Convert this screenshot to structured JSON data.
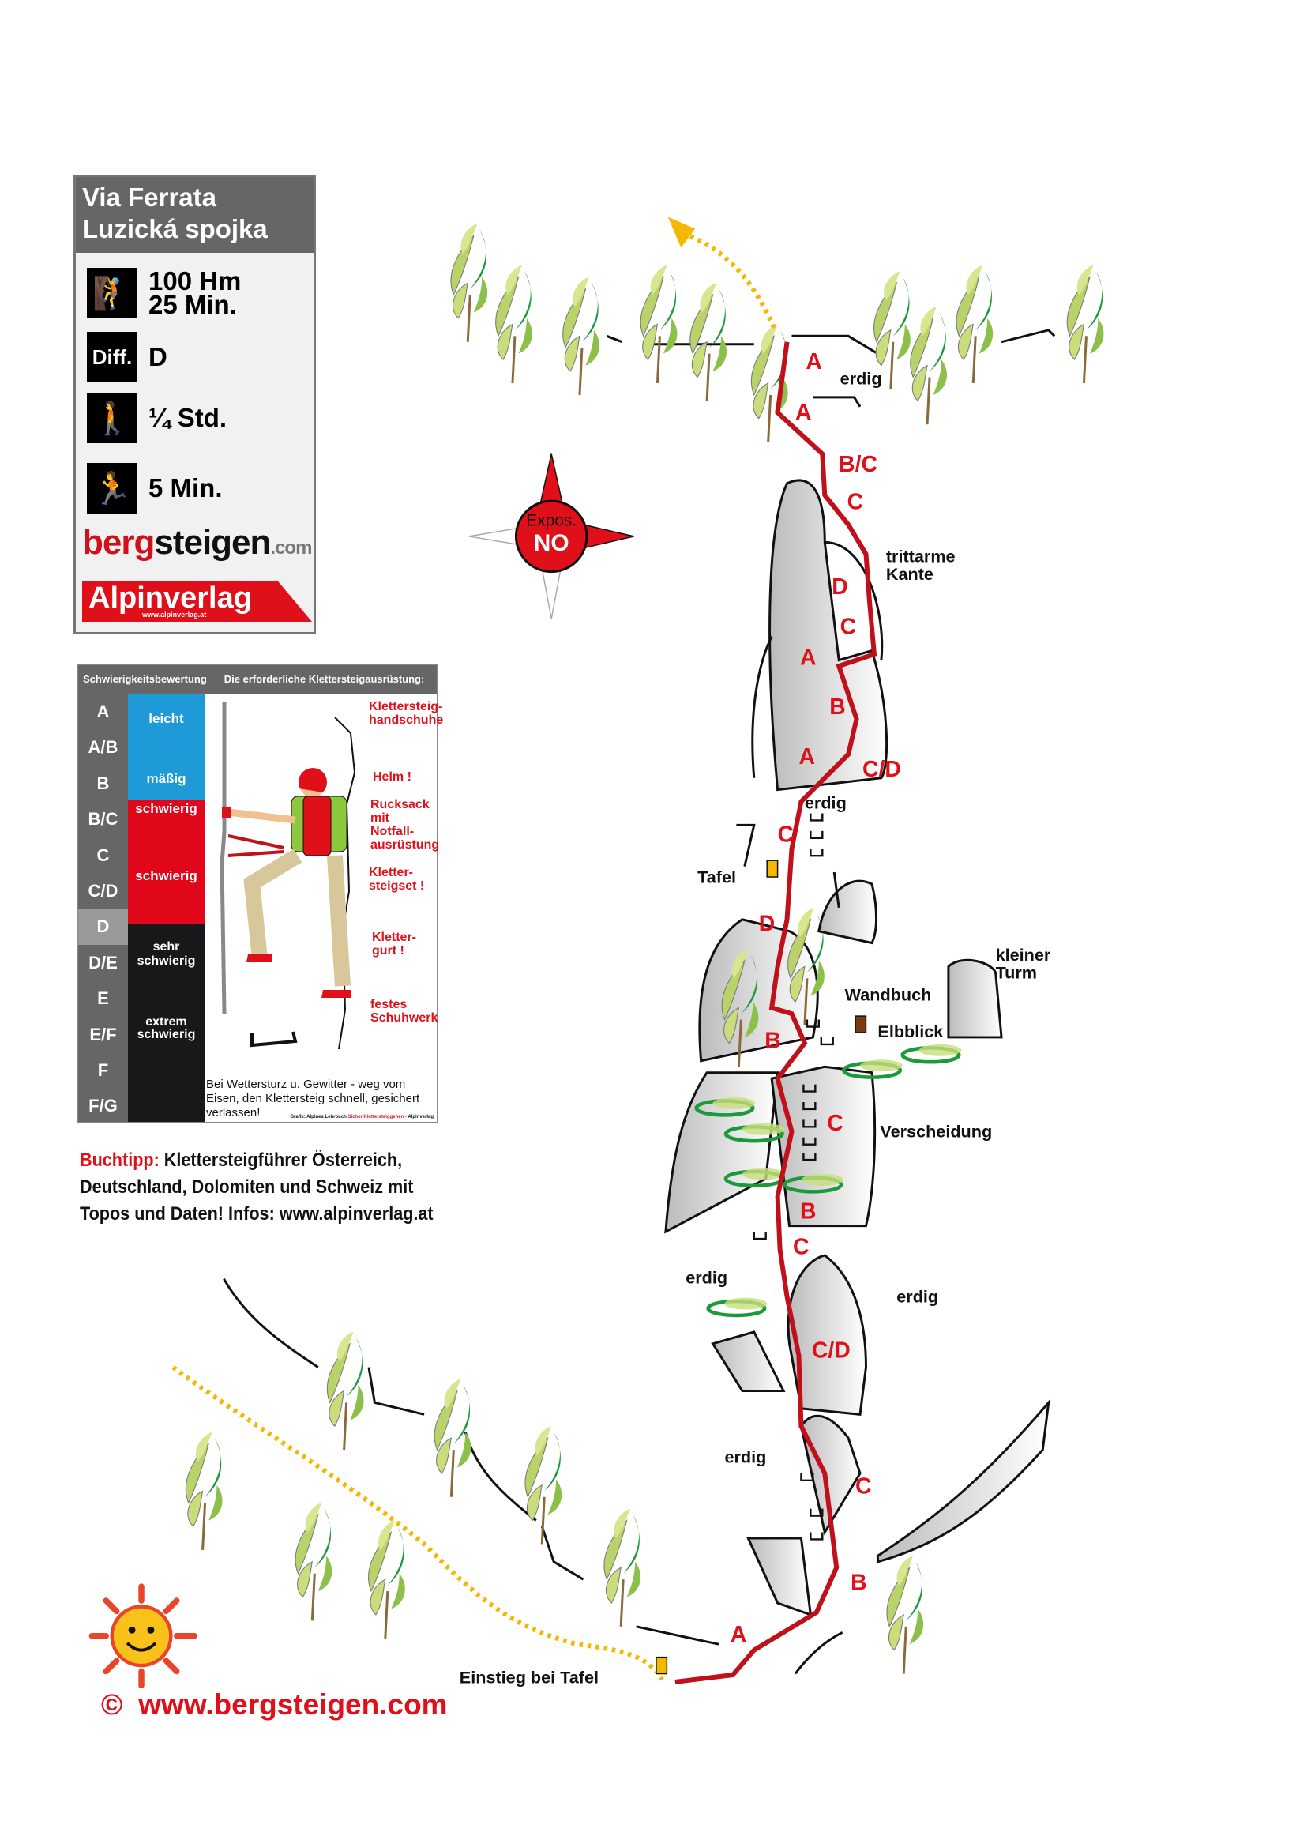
{
  "info": {
    "title_line1": "Via Ferrata",
    "title_line2": "Luzická spojka",
    "height": "100 Hm",
    "climb_time": "25 Min.",
    "diff_label": "Diff.",
    "difficulty": "D",
    "approach_time": "¼ Std.",
    "descent_time": "5 Min.",
    "logo_bergsteigen": "bergsteigen.com",
    "logo_alpinverlag": "Alpinverlag",
    "logo_alpinverlag_url": "www.alpinverlag.at"
  },
  "legend": {
    "header_left": "Schwierigkeitsbewertung",
    "header_right": "Die erforderliche Klettersteigausrüstung:",
    "grades": [
      "A",
      "A/B",
      "B",
      "B/C",
      "C",
      "C/D",
      "D",
      "D/E",
      "E",
      "E/F",
      "F",
      "F/G"
    ],
    "selected_grade": "D",
    "categories": {
      "leicht": "leicht",
      "maessig": "mäßig",
      "schwierig1": "schwierig",
      "schwierig2": "schwierig",
      "sehr": "sehr schwierig",
      "extrem": "extrem schwierig"
    },
    "equipment": [
      "Klettersteig-handschuhe",
      "Helm !",
      "Rucksack mit Notfall-ausrüstung",
      "Kletter-steigset !",
      "Kletter-gurt !",
      "festes Schuhwerk"
    ],
    "warning": "Bei Wettersturz u. Gewitter - weg vom Eisen, den Klettersteig schnell, gesichert verlassen!",
    "credit_a": "Grafik: Alpines Lehrbuch",
    "credit_b": "Sicher Klettersteiggehen",
    "credit_c": "- Alpinverlag"
  },
  "buchtipp": {
    "label": "Buchtipp:",
    "text1": "Klettersteigführer Österreich,",
    "text2": "Deutschland, Dolomiten und Schweiz mit",
    "text3": "Topos und Daten!  Infos: www.alpinverlag.at"
  },
  "compass": {
    "label": "Expos.",
    "value": "NO"
  },
  "copyright": {
    "symbol": "©",
    "url": "www.bergsteigen.com"
  },
  "topo": {
    "grades": [
      "A",
      "A",
      "B/C",
      "C",
      "D",
      "C",
      "A",
      "B",
      "A",
      "C/D",
      "C",
      "D",
      "B",
      "C",
      "B",
      "C",
      "C/D",
      "C",
      "B",
      "A"
    ],
    "labels": {
      "erdig1": "erdig",
      "trittarme": "trittarme",
      "kante": "Kante",
      "erdig2": "erdig",
      "tafel": "Tafel",
      "kleiner": "kleiner",
      "turm": "Turm",
      "wandbuch": "Wandbuch",
      "elbblick": "Elbblick",
      "verscheidung": "Verscheidung",
      "erdig3": "erdig",
      "erdig4": "erdig",
      "erdig5": "erdig",
      "einstieg": "Einstieg bei Tafel"
    }
  },
  "colors": {
    "route": "#c0101a",
    "grade_label": "#e0101a",
    "path": "#f5b800",
    "blue": "#1e9ad8",
    "red": "#e0071b",
    "black": "#1a171b"
  }
}
